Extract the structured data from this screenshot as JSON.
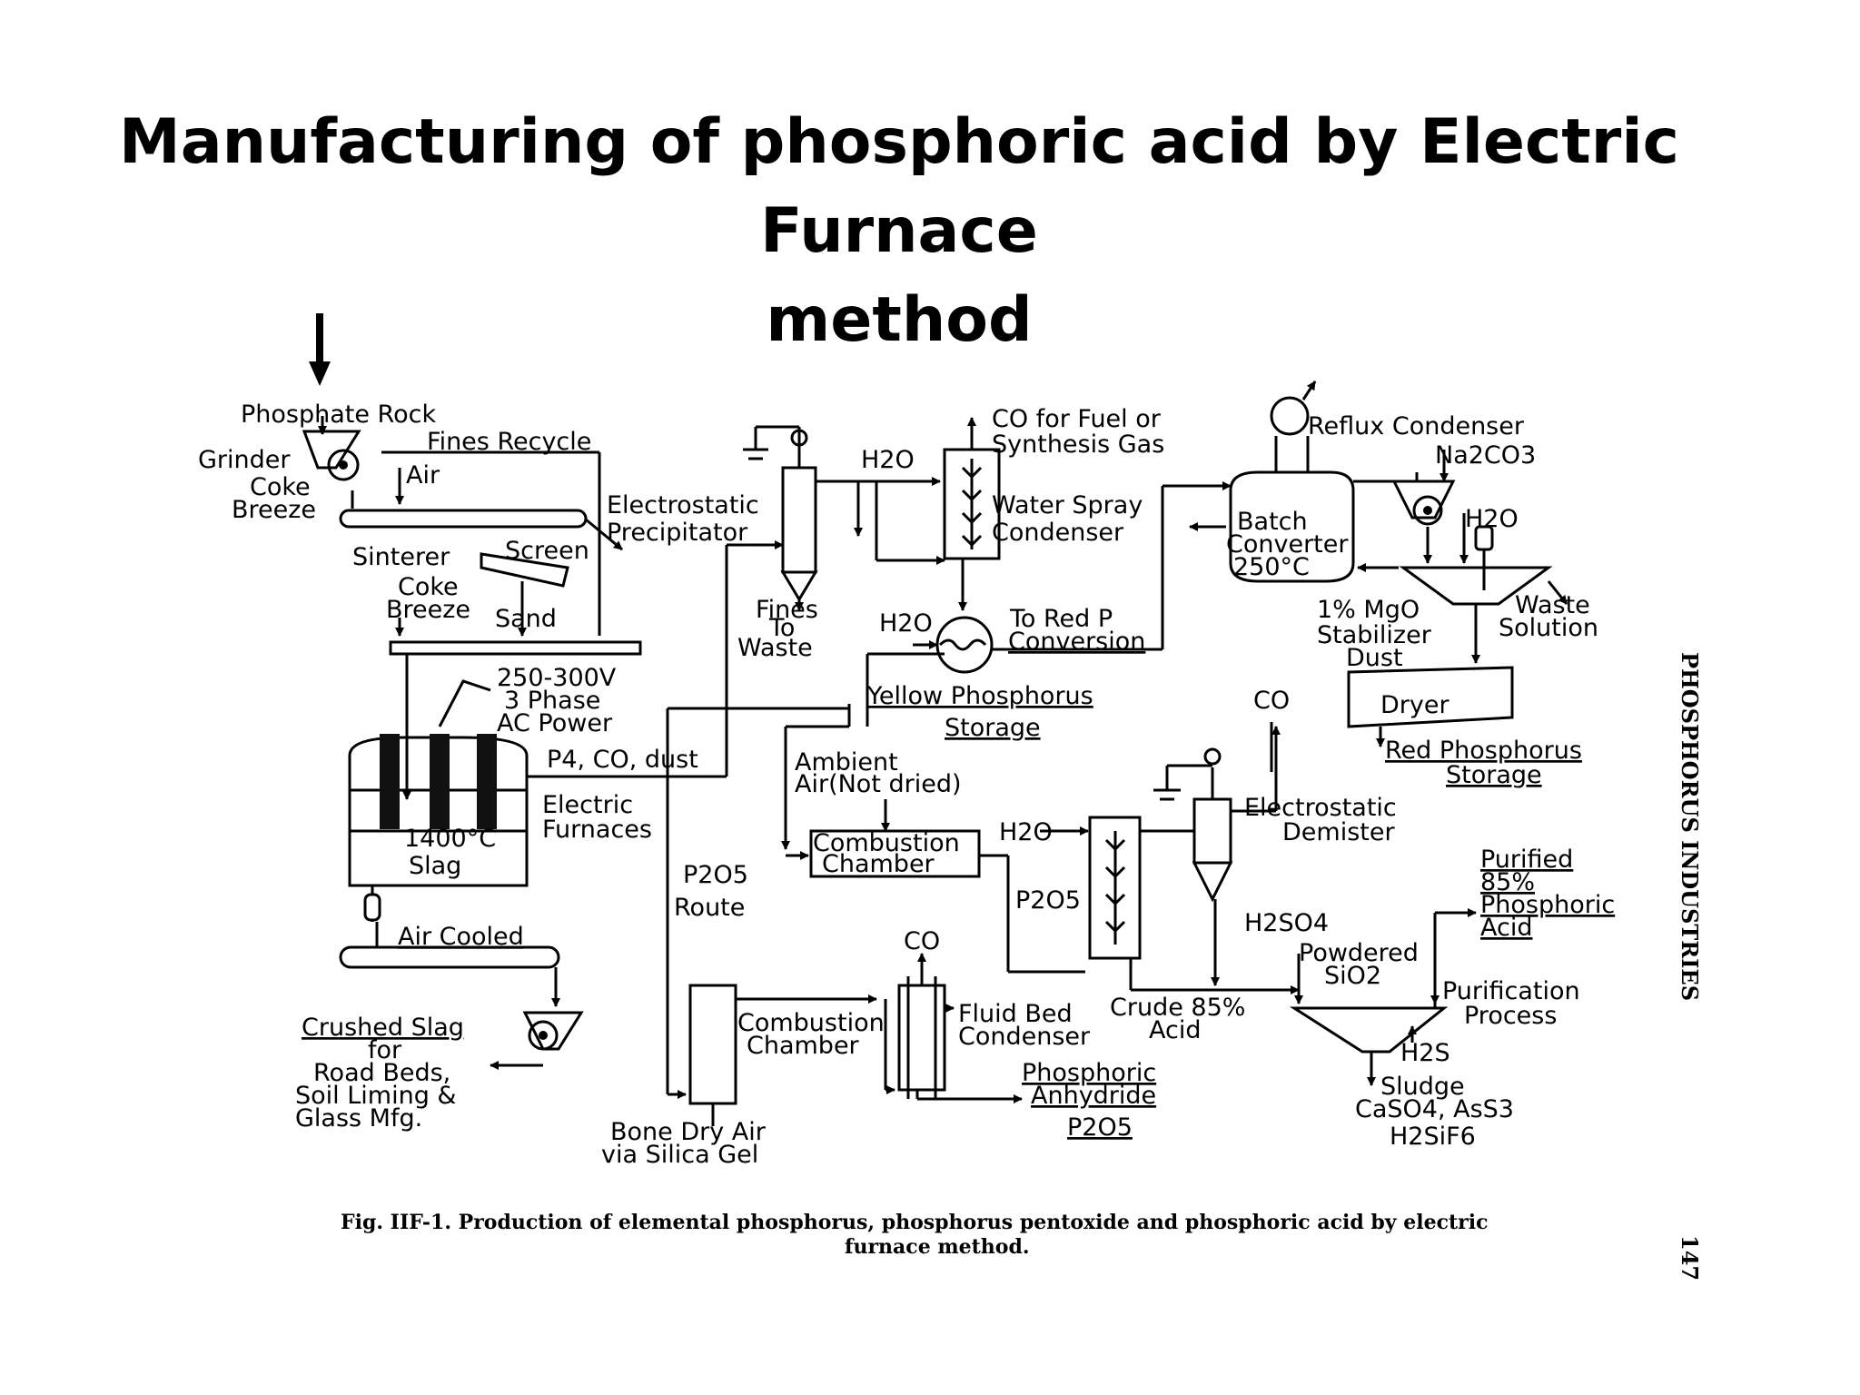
{
  "title": {
    "line1": "Manufacturing of phosphoric acid by Electric Furnace",
    "line2": "method"
  },
  "diagram": {
    "phosphate_rock": "Phosphate Rock",
    "fines_recycle": "Fines Recycle",
    "grinder": "Grinder",
    "air": "Air",
    "coke_breeze_1a": "Coke",
    "coke_breeze_1b": "Breeze",
    "electrostatic_precipitator_a": "Electrostatic",
    "electrostatic_precipitator_b": "Precipitator",
    "screen": "Screen",
    "sinterer": "Sinterer",
    "coke_breeze_2a": "Coke",
    "coke_breeze_2b": "Breeze",
    "sand": "Sand",
    "voltage": "250-300V",
    "phase": "3 Phase",
    "ac_power": "AC Power",
    "p4_co_dust": "P4, CO, dust",
    "electric_furnaces_a": "Electric",
    "electric_furnaces_b": "Furnaces",
    "furnace_temp": "1400°C",
    "slag": "Slag",
    "air_cooled": "Air Cooled",
    "crushed_slag": "Crushed Slag",
    "crushed_for": "for",
    "road_beds": "Road Beds,",
    "soil_liming": "Soil Liming &",
    "glass_mfg": "Glass Mfg.",
    "fines_to_waste_a": "Fines",
    "fines_to_waste_b": "To",
    "fines_to_waste_c": "Waste",
    "h2o_1": "H2O",
    "co_fuel_a": "CO for Fuel or",
    "co_fuel_b": "Synthesis Gas",
    "water_spray_a": "Water Spray",
    "water_spray_b": "Condenser",
    "h2o_2": "H2O",
    "to_red_p_a": "To Red P",
    "to_red_p_b": "Conversion",
    "yellow_p_a": "Yellow Phosphorus",
    "yellow_p_b": "Storage",
    "reflux_condenser": "Reflux Condenser",
    "na2co3": "Na2CO3",
    "batch_a": "Batch",
    "batch_b": "Converter",
    "batch_c": "250°C",
    "h2o_3": "H2O",
    "mgo": "1% MgO",
    "stabilizer": "Stabilizer",
    "dust": "Dust",
    "waste_solution_a": "Waste",
    "waste_solution_b": "Solution",
    "co_2": "CO",
    "dryer": "Dryer",
    "red_p_a": "Red Phosphorus",
    "red_p_b": "Storage",
    "ambient_air_a": "Ambient",
    "ambient_air_b": "Air(Not dried)",
    "combustion_a1": "Combustion",
    "combustion_a2": "Chamber",
    "h2o_4": "H2O",
    "electrostatic_demister_a": "Electrostatic",
    "electrostatic_demister_b": "Demister",
    "p2o5_route_a": "P2O5",
    "p2o5_route_b": "Route",
    "p2o5_mid": "P2O5",
    "h2so4": "H2SO4",
    "powdered_sio2_a": "Powdered",
    "powdered_sio2_b": "SiO2",
    "purified_a": "Purified",
    "purified_b": "85%",
    "purified_c": "Phosphoric",
    "purified_d": "Acid",
    "co_3": "CO",
    "combustion_b1": "Combustion",
    "combustion_b2": "Chamber",
    "fluid_bed_a": "Fluid Bed",
    "fluid_bed_b": "Condenser",
    "crude_acid_a": "Crude 85%",
    "crude_acid_b": "Acid",
    "purification_a": "Purification",
    "purification_b": "Process",
    "h2s": "H2S",
    "sludge": "Sludge",
    "sludge_a": "CaSO4, AsS3",
    "sludge_b": "H2SiF6",
    "phosphoric_anhydride_a": "Phosphoric",
    "phosphoric_anhydride_b": "Anhydride",
    "phosphoric_anhydride_c": "P2O5",
    "bone_dry_a": "Bone Dry Air",
    "bone_dry_b": "via Silica Gel"
  },
  "caption": {
    "line1": "Fig. IIF-1.  Production of elemental phosphorus, phosphorus pentoxide and phosphoric acid by electric",
    "line2": "furnace method."
  },
  "side_label": "PHOSPHORUS INDUSTRIES",
  "page_number": "147"
}
